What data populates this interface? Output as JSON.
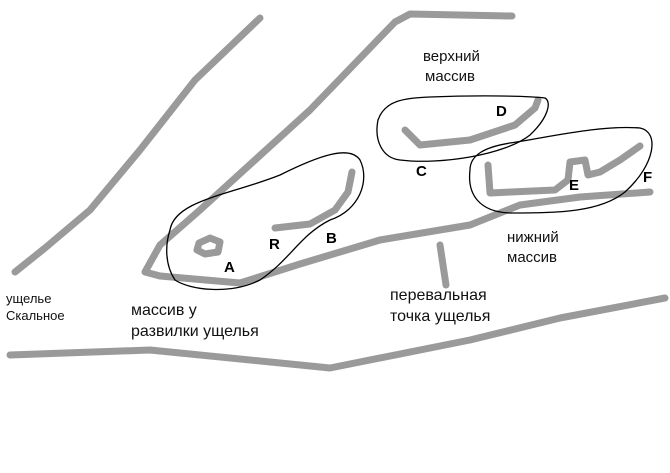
{
  "colors": {
    "terrain_stroke": "#9a9a9a",
    "outline_stroke": "#000000",
    "text": "#111111",
    "background": "#ffffff"
  },
  "regions": {
    "upper": {
      "line1": "верхний",
      "line2": "массив"
    },
    "lower": {
      "line1": "нижний",
      "line2": "массив"
    },
    "fork": {
      "line1": "массив у",
      "line2": "развилки ущелья"
    }
  },
  "gorge": {
    "line1": "ущелье",
    "line2": "Скальное"
  },
  "pass": {
    "line1": "перевальная",
    "line2": "точка ущелья"
  },
  "points": {
    "A": "A",
    "R": "R",
    "B": "B",
    "C": "C",
    "D": "D",
    "E": "E",
    "F": "F"
  }
}
